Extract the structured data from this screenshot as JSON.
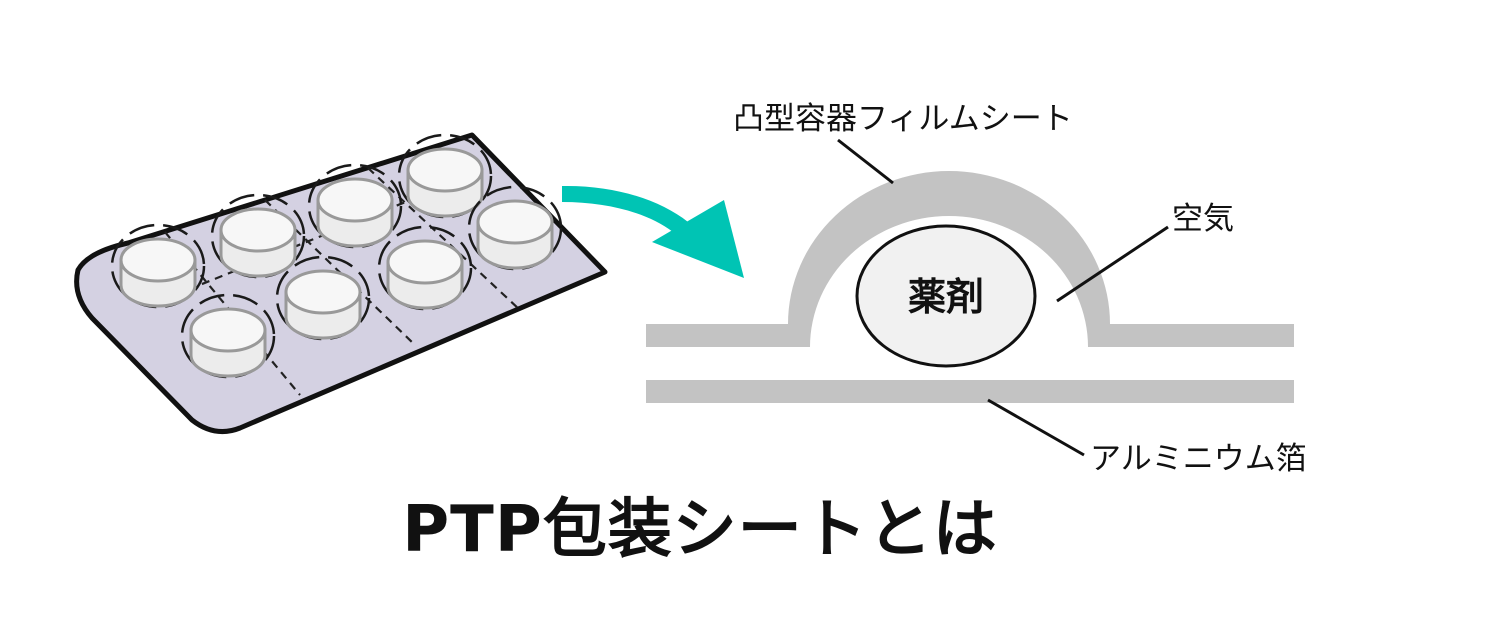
{
  "title": "PTP包装シートとは",
  "labels": {
    "dome_film": "凸型容器フィルムシート",
    "air": "空気",
    "drug": "薬剤",
    "aluminum_foil": "アルミニウム箔"
  },
  "colors": {
    "blister_sheet": "#d4d1e2",
    "blister_outline": "#111111",
    "pill_fill": "#ececec",
    "pill_line": "#999999",
    "arrow": "#00c4b4",
    "sheet_gray": "#c3c3c3",
    "drug_fill": "#f1f1f1"
  },
  "icons": {
    "blister_pack": "blister-pack-icon",
    "arrow": "curved-arrow-icon"
  }
}
